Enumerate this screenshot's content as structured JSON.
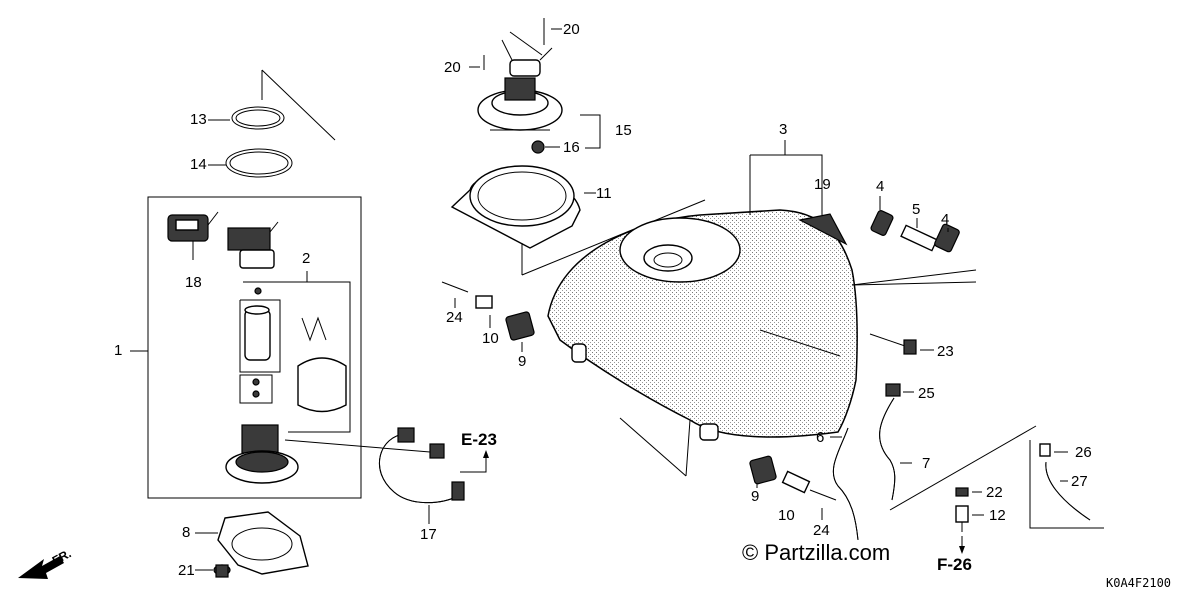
{
  "diagram": {
    "diagram_code": "K0A4F2100",
    "watermark": "© Partzilla.com",
    "front_marker": "FR.",
    "refs": {
      "e23": "E-23",
      "f26": "F-26"
    },
    "callouts": [
      {
        "id": "c1",
        "text": "1"
      },
      {
        "id": "c2",
        "text": "2"
      },
      {
        "id": "c3",
        "text": "3"
      },
      {
        "id": "c4a",
        "text": "4"
      },
      {
        "id": "c4b",
        "text": "4"
      },
      {
        "id": "c5",
        "text": "5"
      },
      {
        "id": "c6",
        "text": "6"
      },
      {
        "id": "c7",
        "text": "7"
      },
      {
        "id": "c8",
        "text": "8"
      },
      {
        "id": "c9a",
        "text": "9"
      },
      {
        "id": "c9b",
        "text": "9"
      },
      {
        "id": "c10a",
        "text": "10"
      },
      {
        "id": "c10b",
        "text": "10"
      },
      {
        "id": "c11",
        "text": "11"
      },
      {
        "id": "c12",
        "text": "12"
      },
      {
        "id": "c13",
        "text": "13"
      },
      {
        "id": "c14",
        "text": "14"
      },
      {
        "id": "c15",
        "text": "15"
      },
      {
        "id": "c16",
        "text": "16"
      },
      {
        "id": "c17",
        "text": "17"
      },
      {
        "id": "c18",
        "text": "18"
      },
      {
        "id": "c19",
        "text": "19"
      },
      {
        "id": "c20a",
        "text": "20"
      },
      {
        "id": "c20b",
        "text": "20"
      },
      {
        "id": "c21",
        "text": "21"
      },
      {
        "id": "c22",
        "text": "22"
      },
      {
        "id": "c23",
        "text": "23"
      },
      {
        "id": "c24a",
        "text": "24"
      },
      {
        "id": "c24b",
        "text": "24"
      },
      {
        "id": "c25",
        "text": "25"
      },
      {
        "id": "c26",
        "text": "26"
      },
      {
        "id": "c27",
        "text": "27"
      }
    ]
  }
}
